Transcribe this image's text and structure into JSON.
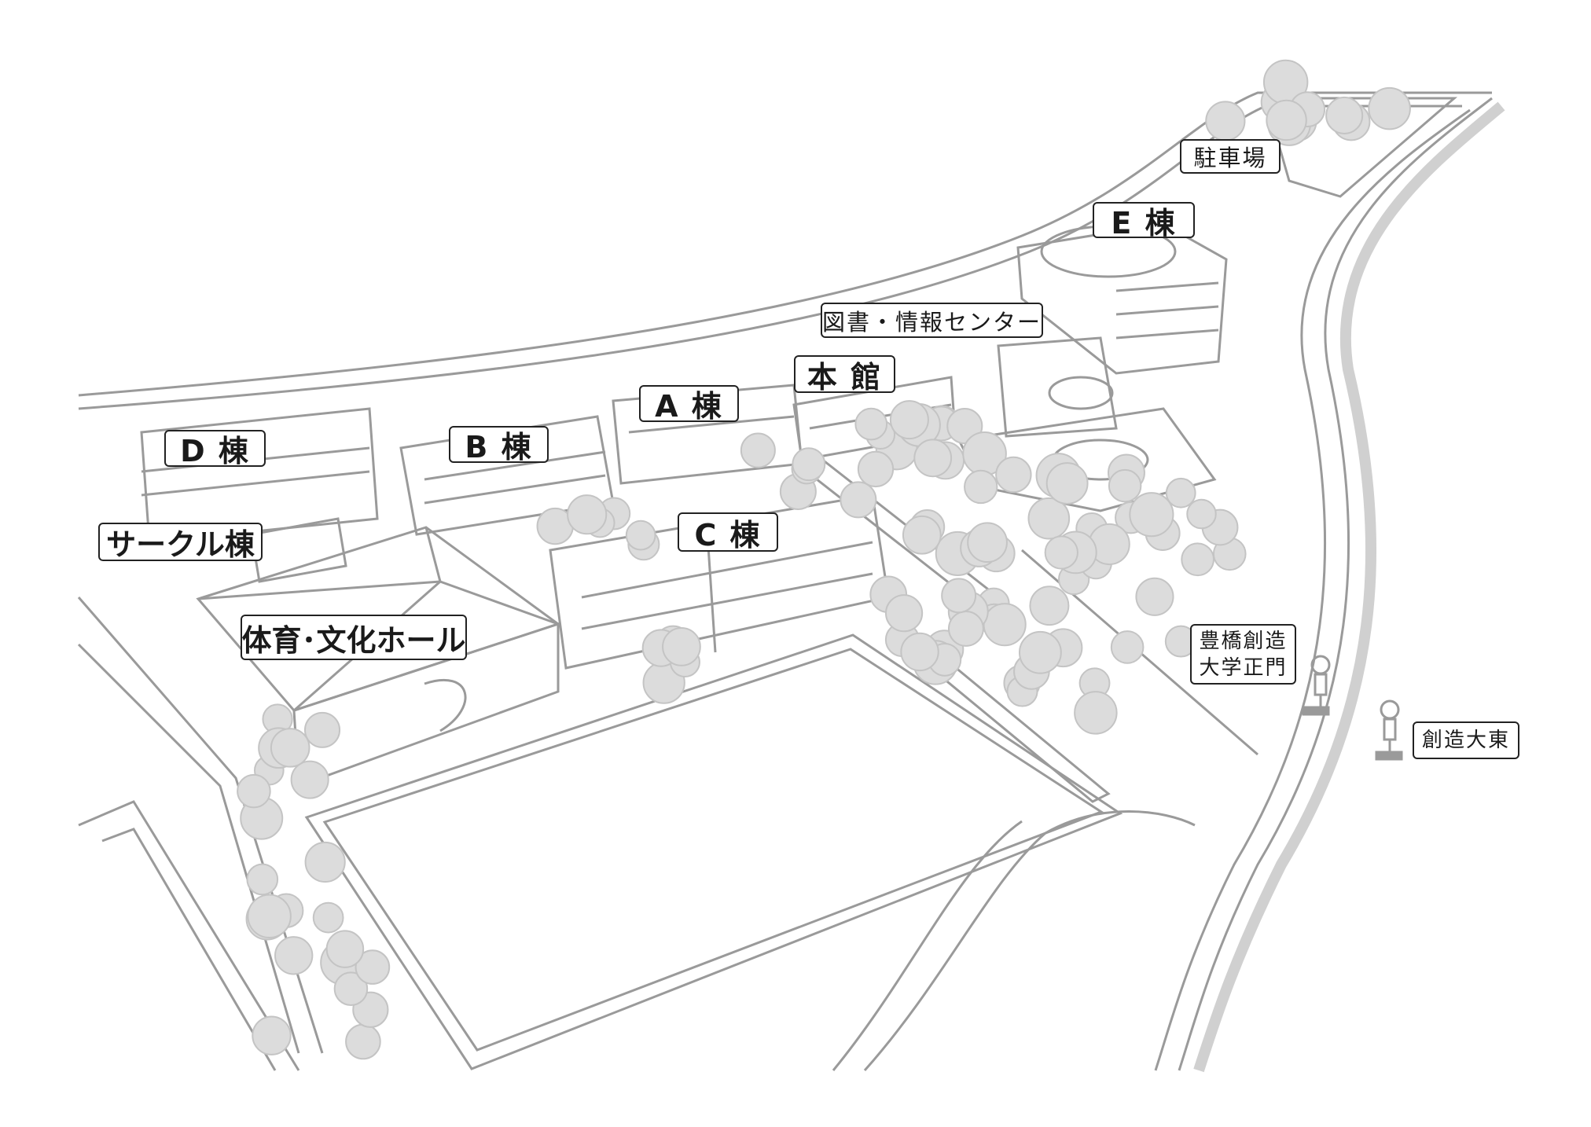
{
  "map": {
    "labels": {
      "parking": "駐車場",
      "building_e": "E 棟",
      "library": "図書・情報センター",
      "main_building": "本 館",
      "building_a": "A 棟",
      "building_b": "B 棟",
      "building_d": "D 棟",
      "circle_building": "サークル棟",
      "building_c": "C 棟",
      "gym_hall": "体育･文化ホール",
      "main_gate_line1": "豊橋創造",
      "main_gate_line2": "大学正門",
      "bus_stop": "創造大東"
    },
    "colors": {
      "line": "#9a9a9a",
      "tree": "#dcdcdc",
      "label_border": "#222222"
    }
  }
}
